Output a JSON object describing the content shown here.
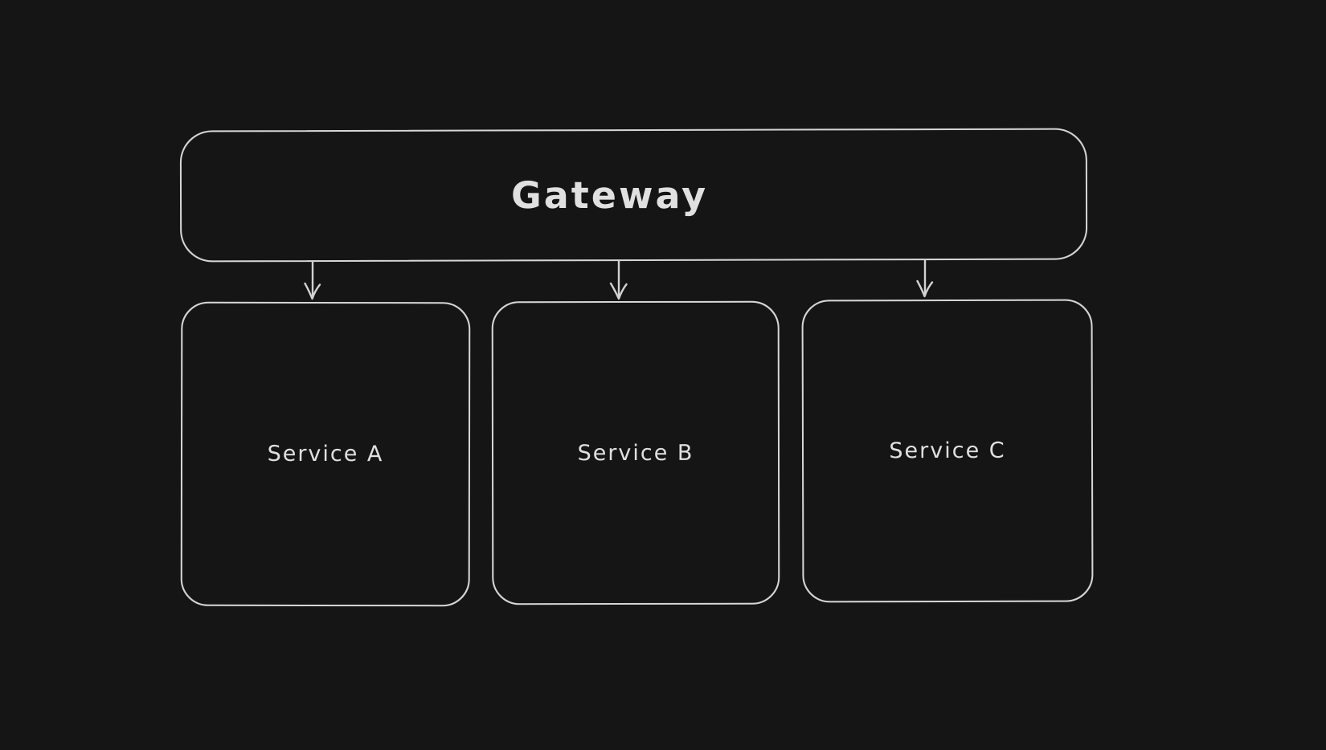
{
  "diagram": {
    "title": "Gateway and services architecture diagram",
    "style": "hand-drawn whiteboard (dark mode)",
    "colors": {
      "background": "#151515",
      "stroke": "#d6d6d6",
      "text": "#e0e0e0"
    },
    "nodes": [
      {
        "id": "gateway",
        "label": "Gateway",
        "shape": "rounded-rectangle"
      },
      {
        "id": "service-a",
        "label": "Service A",
        "shape": "rounded-rectangle"
      },
      {
        "id": "service-b",
        "label": "Service B",
        "shape": "rounded-rectangle"
      },
      {
        "id": "service-c",
        "label": "Service C",
        "shape": "rounded-rectangle"
      }
    ],
    "edges": [
      {
        "from": "Gateway",
        "to": "Service A",
        "type": "arrow-down"
      },
      {
        "from": "Gateway",
        "to": "Service B",
        "type": "arrow-down"
      },
      {
        "from": "Gateway",
        "to": "Service C",
        "type": "arrow-down"
      }
    ]
  }
}
